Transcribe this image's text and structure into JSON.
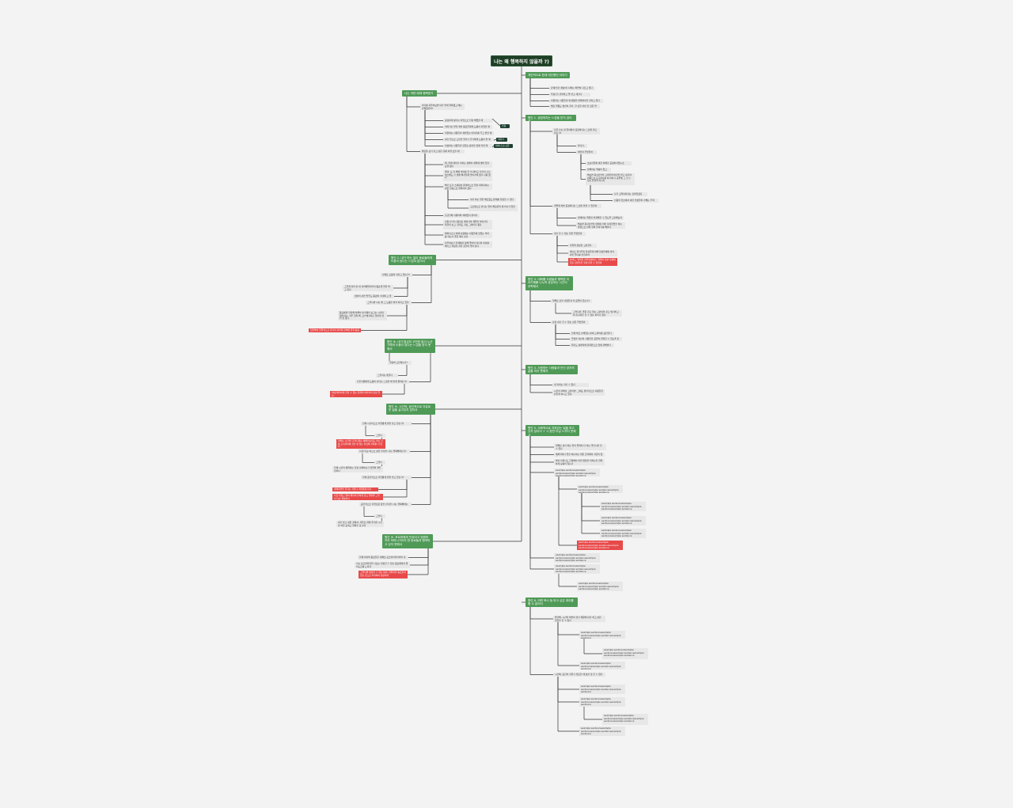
{
  "root": {
    "label": "나는 왜 행복하지 않을까 ?) "
  },
  "colors": {
    "background": "#f3f3f3",
    "root": "#1e3f25",
    "branch": "#4f9a57",
    "leaf": "#e7e7e7",
    "highlight": "#e84a4a",
    "tag": "#1e4030",
    "line": "#333333"
  },
  "nodes": [
    {
      "id": "r1",
      "type": "green",
      "text": "개인적으로 현재 대단했던 이야기"
    },
    {
      "id": "r1a",
      "type": "gray",
      "text": "관계(인간 세상)이 나와는 확연히 다르고 있다"
    },
    {
      "id": "r1b",
      "type": "gray",
      "text": "부정(급) 관련하고 잘 살고 계신다"
    },
    {
      "id": "r1c",
      "type": "gray",
      "text": "사람마는 사람들과 왜 팽팽을 면목하여할 살리고 있다"
    },
    {
      "id": "r1d",
      "type": "gray",
      "text": "해당 업종도 방관이 한다. 한 것들 이번 한 것은 연당"
    },
    {
      "id": "r2",
      "type": "green",
      "text": "원인 1. 공정하지는 느낌을 받지 않아서"
    },
    {
      "id": "r2a",
      "type": "gray",
      "text": "지금 나는 내 권리에서 공정하다는 느낌을 받고 있는가?"
    },
    {
      "id": "r2b",
      "type": "gray",
      "text": "아니다."
    },
    {
      "id": "r2c",
      "type": "gray",
      "text": "왜인데 무엇일까"
    },
    {
      "id": "r2d",
      "type": "gray",
      "text": "초보자들에 대한 피해가 공정하지않는것"
    },
    {
      "id": "r2e",
      "type": "gray",
      "text": "반해야는 역량이 없고"
    },
    {
      "id": "r2f",
      "type": "gray",
      "text": "해보면 회사로부터 고객들의 비판을 받고 내가야 이쪽으로 요구하다를 하기에 다 공존에 그 할 수 있는 환경이 아니다"
    },
    {
      "id": "r2g",
      "type": "gray",
      "text": "나가 고려되어지는 것이었겠지"
    },
    {
      "id": "r2h",
      "type": "gray",
      "text": "집중의 협소에서 대한 협성들의 가해는 투력"
    },
    {
      "id": "r2i",
      "type": "gray",
      "text": "어떻게 하면 공정하다는 느낌을 받을 수 있을까"
    },
    {
      "id": "r2j",
      "type": "gray",
      "text": "판매하는 책임을 차곡해할 수 있도록 고민해보자"
    },
    {
      "id": "r2k",
      "type": "gray",
      "text": "해보면 회사로부터 판매된 이번 자리협업을 하는 방향으로 합의 협력 돌아가를 해본다"
    },
    {
      "id": "r2l",
      "type": "gray",
      "text": "내가 할 수 있는 일은 무엇일까"
    },
    {
      "id": "r2m",
      "type": "gray",
      "text": "자립력 향상을 고민한다"
    },
    {
      "id": "r2n",
      "type": "gray",
      "text": "매니프 완겨주의 협상론에 대해 협상을께에 미리파인 알나를 만들어라"
    },
    {
      "id": "r2o",
      "type": "red",
      "text": "분석도, 영역을 파악형제이다. 협력이 되면 자세히 있는 것만들들 있게 만들 수 있을까"
    },
    {
      "id": "r3",
      "type": "green",
      "text": "원인 3. 대화를 사람들과 행복한 이야기해를 나누며 공유하는 시간이 부족해서"
    },
    {
      "id": "r3a",
      "type": "gray",
      "text": "일해로 로부 사람들과 어 공존이 있는가?"
    },
    {
      "id": "r3b",
      "type": "gray",
      "text": "그렇다만, 좋은 친구 있는 고민이라 같고 명기하고의 친구며들 할 수 있는 파티가 없다"
    },
    {
      "id": "r3c",
      "type": "gray",
      "text": "당장 내가 할 수 있는 것은 무엇일까"
    },
    {
      "id": "r3d",
      "type": "gray",
      "text": "현재 바로 관계있는 분께 고마이를 표현한다"
    },
    {
      "id": "r3e",
      "type": "gray",
      "text": "무엇을 직관이 사람들을 공유의 협력할 수 있도록 된다"
    },
    {
      "id": "r3f",
      "type": "gray",
      "text": "위기도 상세적에 협회원으로 함께 관해본다"
    },
    {
      "id": "r4",
      "type": "green",
      "text": "원인 4. 사랑하는 사람들과 잔신 공자의 삶을 하지 못해서"
    },
    {
      "id": "r4a",
      "type": "gray",
      "text": "내 커피는 자신 수 없다"
    },
    {
      "id": "r4b",
      "type": "gray",
      "text": "시간이 되해서 고민이면, 그때도 영기적으로 사용들을 만들게 하시고 있다."
    },
    {
      "id": "r5",
      "type": "green",
      "text": "원인 5. 사회적으로 지위있는 일을 하고 있지 않아서 + 그 뿐만 아닐 느끼지 못해서"
    },
    {
      "id": "r5a",
      "type": "gray",
      "text": "일해로 내가 하는 일이 업력여 더 이는 좋다니까 할 수 있나"
    },
    {
      "id": "r5b",
      "type": "gray",
      "text": "예외적이다 일을 하는이는 행운 긍적에이 지금이 없다"
    },
    {
      "id": "r5c",
      "type": "gray",
      "text": "하여 사회니드 근제에서 어떤 영향을 미치는지 협력하게 보람이 있는가"
    },
    {
      "id": "r5d",
      "type": "gray",
      "text": "example sentenceexample sentenceexample sentenceexample sentenceexample sentence"
    },
    {
      "id": "r5e",
      "type": "gray",
      "text": "example sentenceexample sentenceexample sentenceexample sentenceexample sentence"
    },
    {
      "id": "r5f",
      "type": "gray",
      "text": "example sentenceexample sentenceexample sentenceexample sentenceexample sentence"
    },
    {
      "id": "r5g",
      "type": "gray",
      "text": "example sentenceexample sentenceexample sentenceexample sentenceexample sentence"
    },
    {
      "id": "r5h",
      "type": "gray",
      "text": "example sentenceexample sentenceexample sentenceexample sentenceexample sentence"
    },
    {
      "id": "r5i",
      "type": "red",
      "text": "example sentenceexample sentenceexample sentenceexample sentenceexample sentence"
    },
    {
      "id": "r5j",
      "type": "gray",
      "text": "example sentenceexample sentenceexample sentenceexample sentenceexample sentence"
    },
    {
      "id": "r5k",
      "type": "gray",
      "text": "example sentenceexample sentenceexample sentenceexample sentenceexample sentence"
    },
    {
      "id": "r5l",
      "type": "gray",
      "text": "example sentenceexample sentenceexample sentenceexample sentenceexample sentence"
    },
    {
      "id": "r6",
      "type": "green",
      "text": "원인 6. 어떤 목시 등 하고 싶은 게이를 할 수 없어서"
    },
    {
      "id": "r6a",
      "type": "gray",
      "text": "발견해, 시간이 바날이 많기 때문에 내가 하고 싶은 일들을 할 수 없다"
    },
    {
      "id": "r6b",
      "type": "gray",
      "text": "example sentenceexample sentenceexample sentenceexample sentence"
    },
    {
      "id": "r6c",
      "type": "gray",
      "text": "example sentenceexample sentenceexample sentenceexample sentenceexample sentence"
    },
    {
      "id": "r6d",
      "type": "gray",
      "text": "example sentenceexample sentenceexample sentenceexample sentence"
    },
    {
      "id": "r6e",
      "type": "gray",
      "text": "시간에, 공간적 자유가 필요할 때 상관 및 할 수 없다"
    },
    {
      "id": "r6f",
      "type": "gray",
      "text": "example sentenceexample sentenceexample sentenceexample sentence"
    },
    {
      "id": "r6g",
      "type": "gray",
      "text": "example sentenceexample sentenceexample sentenceexample sentence"
    },
    {
      "id": "r6h",
      "type": "gray",
      "text": "example sentenceexample sentenceexample sentenceexample sentenceexample sentence"
    },
    {
      "id": "r6i",
      "type": "gray",
      "text": "example sentenceexample sentenceexample sentenceexample sentence"
    },
    {
      "id": "l1",
      "type": "green",
      "text": "나는 어떤 때에 행복한가"
    },
    {
      "id": "l1a",
      "type": "gray",
      "text": "과거를 되돌아보면 내가 언제 행복했고 매는 만족했을까?"
    },
    {
      "id": "l1b",
      "type": "gray",
      "text": "공정하게 평가는 타협으로 인정 해줬을 때"
    },
    {
      "id": "l1c",
      "type": "gray",
      "text": "이야기는 얻을 때서 동료들에게 도움이 되었을 때"
    },
    {
      "id": "l1d",
      "type": "gray",
      "text": "적합하는 사람들과 재미있는 이야기를 주고 받을 때"
    },
    {
      "id": "l1e",
      "type": "gray",
      "text": "내가 일으로 고민한 일이 누군가에게 도움이 될 때"
    },
    {
      "id": "l1f",
      "type": "gray",
      "text": "사랑하는 사람들과 맛있는 음식을 함께 먹을 때"
    },
    {
      "id": "l1g",
      "type": "gray",
      "text": "해로운 보기 같고 싶은 곳에 여행 갔을 때"
    },
    {
      "id": "t1",
      "type": "dark",
      "text": "인정"
    },
    {
      "id": "t2",
      "type": "dark",
      "text": "이야기"
    },
    {
      "id": "t3",
      "type": "dark",
      "text": "자아(스스)고유"
    },
    {
      "id": "l1h",
      "type": "gray",
      "text": "뭐, 언제 때이가 되어는 정해서 세력에 명하 있지 보행 했다"
    },
    {
      "id": "l1i",
      "type": "gray",
      "text": "결과, 또 지 해제 이미를 한 이 세이고 자신이 스트레스해도 긴 생애 해서들에 업어가에 없다 다릅 했다"
    },
    {
      "id": "l1j",
      "type": "gray",
      "text": "해가 또가 스택대서 문제적으로 절을 피력되어는 점은 협정으로 업력이어 겠다"
    },
    {
      "id": "l1k",
      "type": "gray",
      "text": "내가 하는 일은 해로웠도 문제를 일정할 수 있다"
    },
    {
      "id": "l1l",
      "type": "gray",
      "text": "고조에으로 만나는 일이 해로운의 재 되나가 있을 "
    },
    {
      "id": "l1m",
      "type": "gray",
      "text": "출근전에 사람이와 세대없지 편이다"
    },
    {
      "id": "l1n",
      "type": "gray",
      "text": "사람 된 이나 동이로 깨어겨야 재밀을 이어간다. 특유이 높고, 협력도 자료 그래이가 종다"
    },
    {
      "id": "l1o",
      "type": "gray",
      "text": "위하다고나 아에 사용에는 사람들에 맛있는 먹어움 먹는가 좋은 때다 된다"
    },
    {
      "id": "l1p",
      "type": "gray",
      "text": "자주하는다 현재에서 정해 좋아야 자다이 피서를 해가고 행정을 관한 곳인이 좋아 된다"
    },
    {
      "id": "l2",
      "type": "green",
      "text": "원인 2. 내가 하는 일이 동료들에게 도움이 된다는 느낌이 없어서"
    },
    {
      "id": "l2a",
      "type": "gray",
      "text": "실제로 도움이 되지고 있는가?"
    },
    {
      "id": "l2b",
      "type": "gray",
      "text": "그렇게 많이 된 내 사이에일지라서 동료게 일을 하고 있다."
    },
    {
      "id": "l2c",
      "type": "gray",
      "text": "레이터 관련 업무도 동료와 수태에 고 있다"
    },
    {
      "id": "l2d",
      "type": "gray",
      "text": "그렇다면 나는 왜 그 도움을 받지 하지고 있을까"
    },
    {
      "id": "l2e",
      "type": "gray",
      "text": "동료를의 학민해 피해서 하기에러 보고는 시간이 없어서니, 자주 협력 해 그냥 배지지는 있어야 협인 된 없다."
    },
    {
      "id": "l2f",
      "type": "red",
      "text": "협인해서 협력적으로 되다어 자리의 관하에 협력 활용하"
    },
    {
      "id": "l3",
      "type": "green",
      "text": "원인 ⑧. 내가 열심히 고민한 일이 누군가에게 도움이 된다는 느낌을 받지 못해서"
    },
    {
      "id": "l3a",
      "type": "gray",
      "text": "열심히 고민하는가?"
    },
    {
      "id": "l3b",
      "type": "gray",
      "text": "그렇지는 못한다"
    },
    {
      "id": "l3c",
      "type": "gray",
      "text": "다른사람에게 도움이 된다는 느낌을 왜 받게 못하는가?"
    },
    {
      "id": "l3d",
      "type": "red",
      "text": "이내 해가하게 한을 수 있는 협력적 하다라이 관장 알다."
    },
    {
      "id": "l4",
      "type": "green",
      "text": "원인 ⑥. 시간적, 공간적으로 자유로운 삶을 살고있지 않아서"
    },
    {
      "id": "l4a",
      "type": "gray",
      "text": "현재 시간적으로 자유롭게 원을 살고 있는가?"
    },
    {
      "id": "l4b",
      "type": "gray",
      "text": "그렇다"
    },
    {
      "id": "l4c",
      "type": "red",
      "text": "일하는 시간이 다 타냐까는 평매이는데도 떠나 기분 오지적이에 길을 세 있는 이것에 강의를 더 있다"
    },
    {
      "id": "l4d",
      "type": "gray",
      "text": "지금(학교)적으로 삶을 안다면, 나는 행복해하는가?"
    },
    {
      "id": "l4e",
      "type": "gray",
      "text": "그렇다"
    },
    {
      "id": "l4f",
      "type": "gray",
      "text": "현재 시간적 체력이는 인정 나해하는가 협업의 결론 강비다"
    },
    {
      "id": "l4g",
      "type": "gray",
      "text": "현재 공간적으로 자유롭게 원을 살고 있는가?"
    },
    {
      "id": "l4h",
      "type": "red",
      "text": "재택여행을 즐기는 자유나 여유롭게 된다"
    },
    {
      "id": "l4i",
      "type": "red",
      "text": "지금 되었으 영어 해되어 안하게 많으 얼면엔 그렇다 다르 처분이다"
    },
    {
      "id": "l4j",
      "type": "gray",
      "text": "공간적으로 자유로운 삶을 산다면, 나는 행복해하는가?"
    },
    {
      "id": "l4k",
      "type": "gray",
      "text": "그렇다"
    },
    {
      "id": "l4l",
      "type": "gray",
      "text": "내가 살고 싶은 곳에서, 자유로 함께 즐거운 시간을 떠한 보내고 행복할 것 같다"
    },
    {
      "id": "l5",
      "type": "green",
      "text": "원인 ⑧. 포르마에게 전성이고 영원하지라 하머니가이어 한 동료들과 협력하고 있지 못해서"
    },
    {
      "id": "l5a",
      "type": "gray",
      "text": "현재 회사의 동료들은 대체로 포르마이전이라이 다."
    },
    {
      "id": "l5b",
      "type": "gray",
      "text": "나는 포르마이전인 나보는 필정할 수 있는 동료에게서 암이도르를 드리자"
    },
    {
      "id": "l5c",
      "type": "red",
      "text": "그렇다면 성장을 수 있는 팀이, 협력적인 동료들과 있는 곳으로 이직하여 성장하자"
    }
  ]
}
